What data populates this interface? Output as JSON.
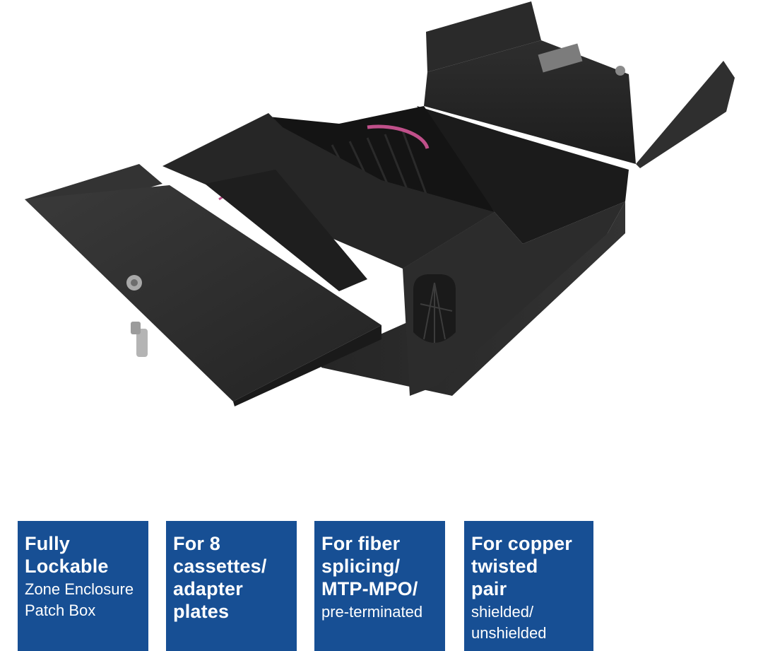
{
  "colors": {
    "card_background": "#174f94",
    "card_text": "#ffffff",
    "enclosure_body": "#2b2b2b",
    "page_background": "#ffffff",
    "cable_accent": "#c0508a",
    "adapter_accent": "#1f8fa8"
  },
  "product_image": {
    "subject": "black steel fiber/copper zone enclosure patch box with opened hinged lids, key lock and keys"
  },
  "features": [
    {
      "title": "Fully\nLockable",
      "subtitle": "Zone Enclosure\nPatch Box"
    },
    {
      "title": "For 8\ncassettes/\nadapter\nplates",
      "subtitle": ""
    },
    {
      "title": "For fiber\nsplicing/\nMTP-MPO/",
      "subtitle": "pre-terminated"
    },
    {
      "title": "For copper\ntwisted\npair",
      "subtitle": "shielded/\nunshielded"
    }
  ]
}
